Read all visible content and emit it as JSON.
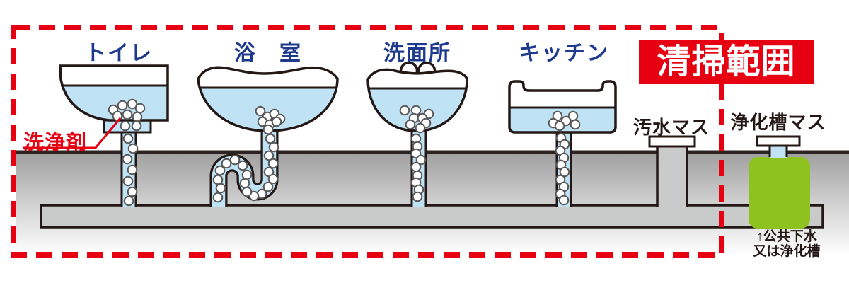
{
  "badge": {
    "label": "清掃範囲"
  },
  "fixture_labels": {
    "toilet": "トイレ",
    "bath": "浴　室",
    "washroom": "洗面所",
    "kitchen": "キッチン"
  },
  "callouts": {
    "detergent": "洗浄剤",
    "sewage_basin": "汚水マス",
    "septic_basin": "浄化槽マス",
    "outlet_note_line1": "↑公共下水",
    "outlet_note_line2": "又は浄化槽"
  },
  "colors": {
    "boundary_red": "#e60012",
    "water_blue": "#bfe2f5",
    "pipe_gray": "#c9caca",
    "ground_gray": "#a2a2a2",
    "septic_green": "#8ec31f",
    "label_blue": "#1d3a8d",
    "outline_black": "#231815"
  }
}
